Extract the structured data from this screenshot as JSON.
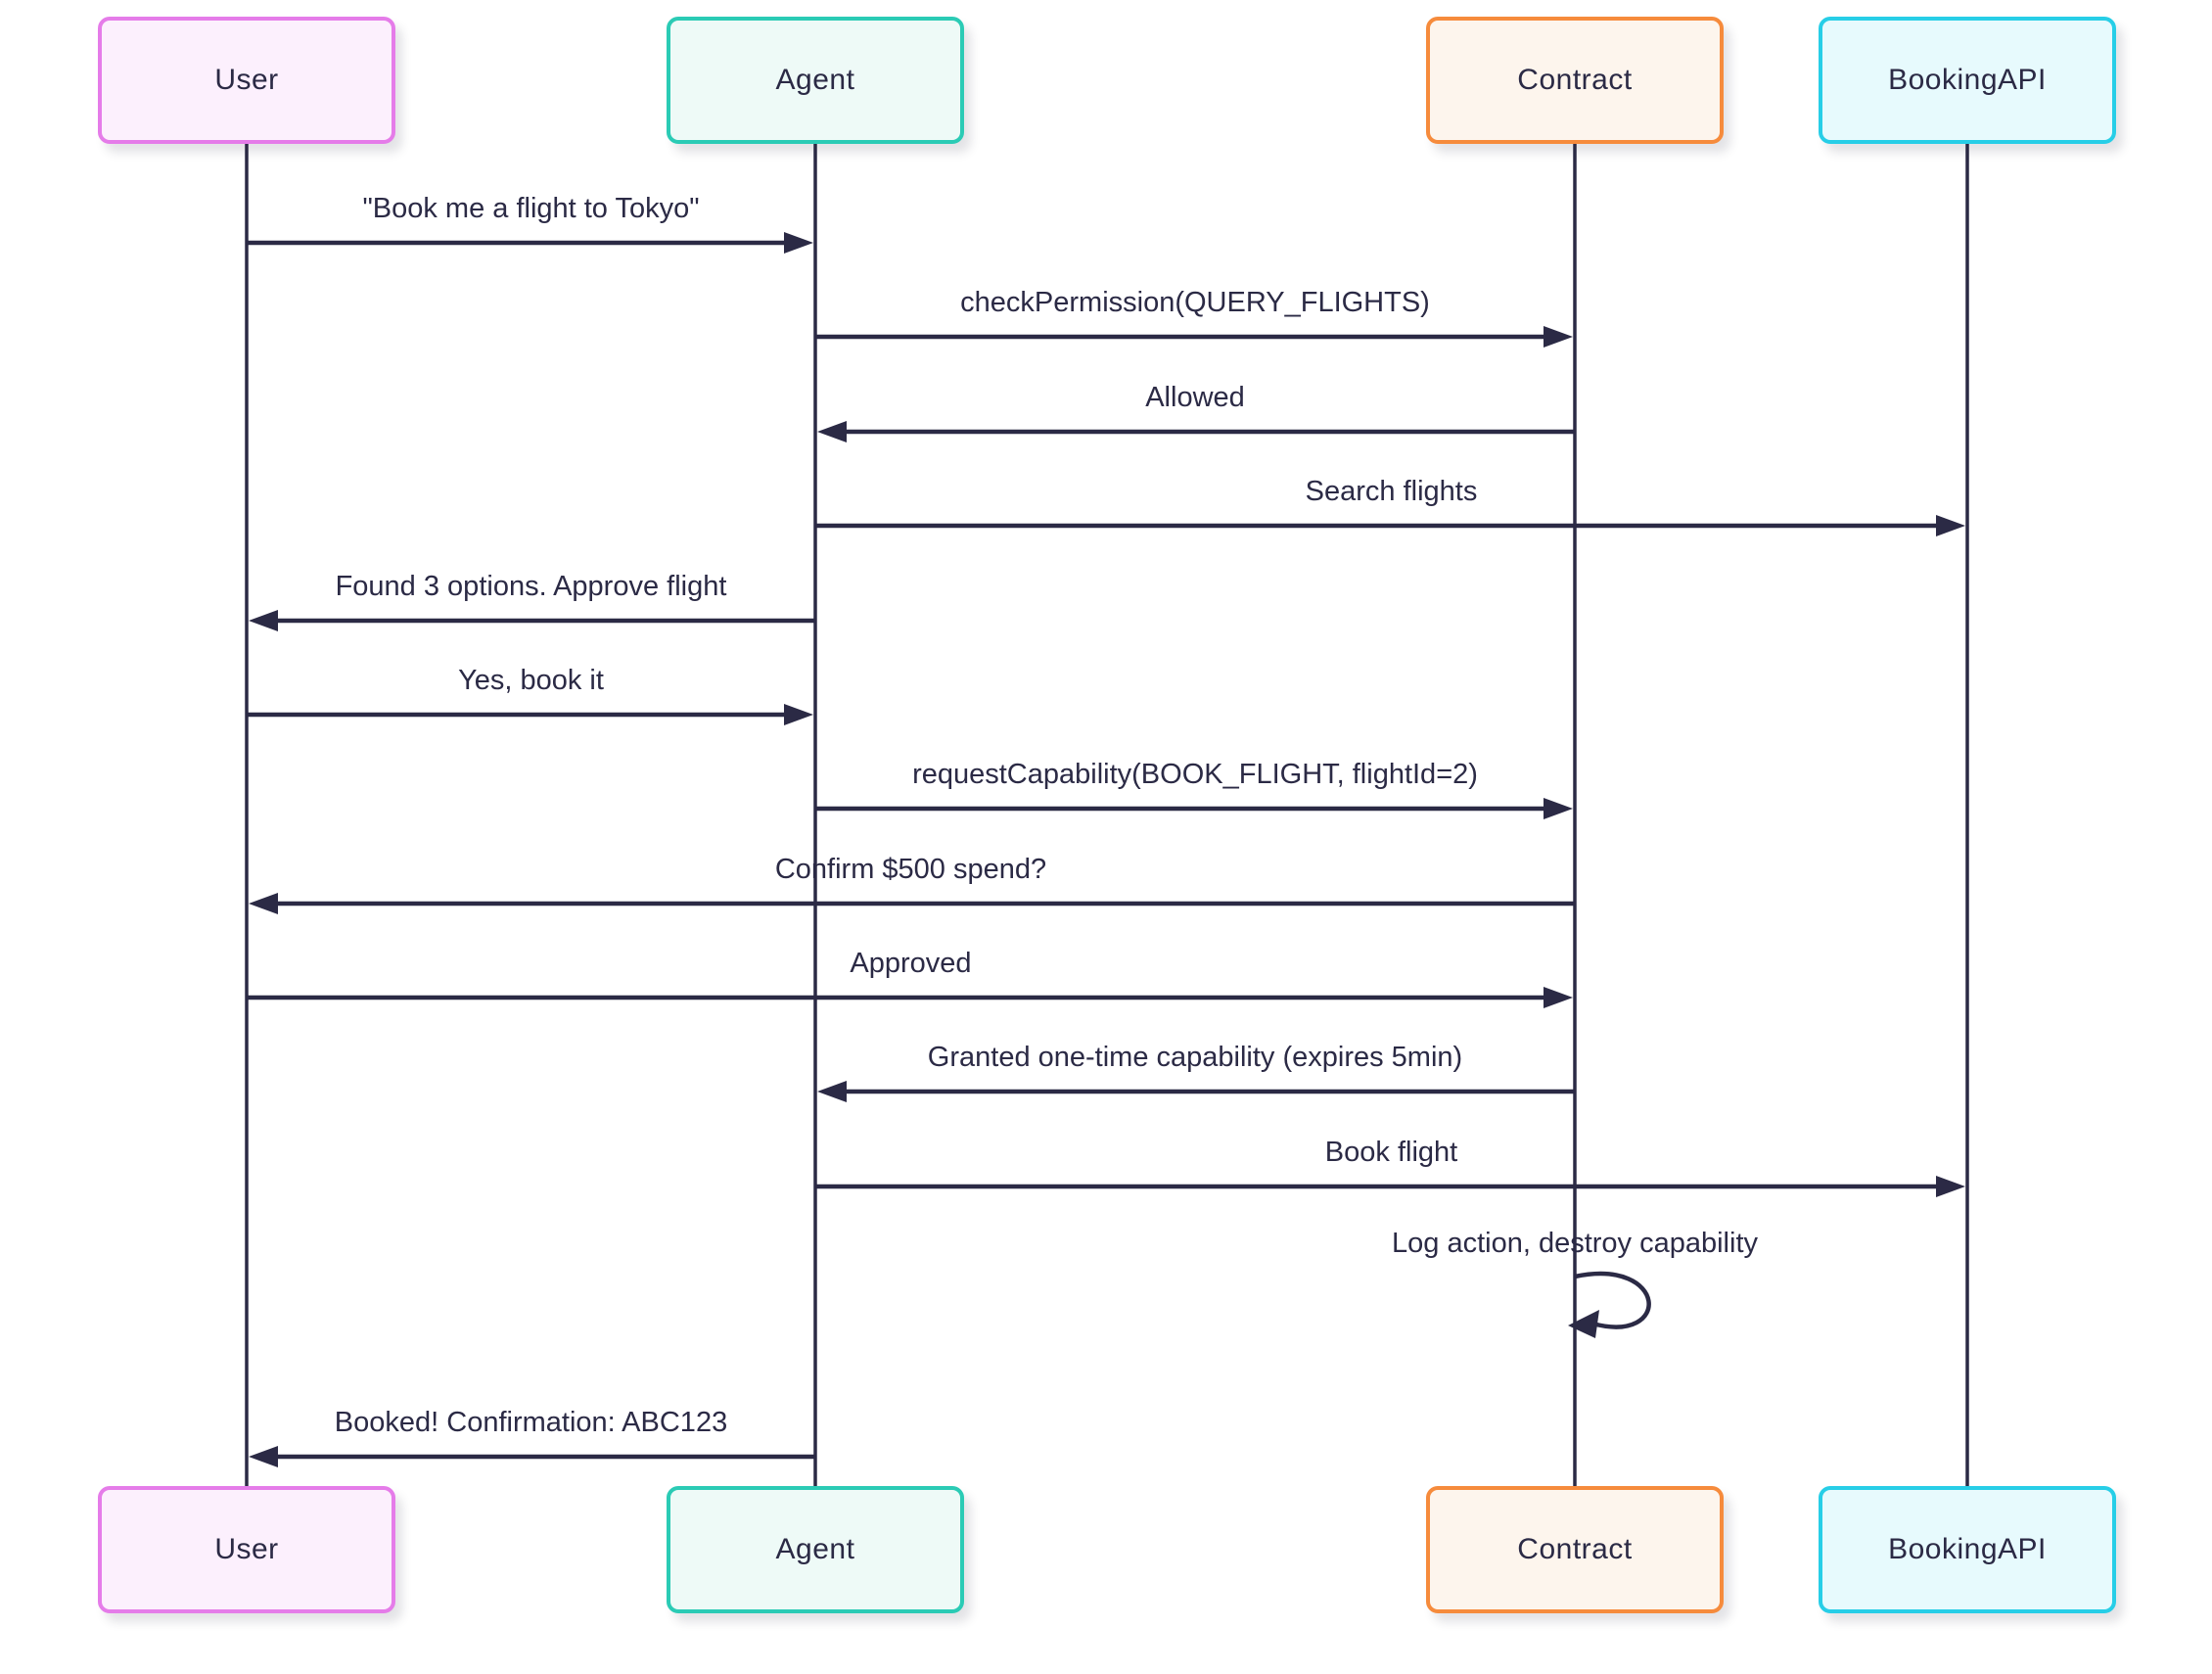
{
  "diagram": {
    "type": "sequence-diagram",
    "background": "#ffffff",
    "line_color": "#2b2a45",
    "text_color": "#2b2a45",
    "actors": [
      {
        "id": "User",
        "label": "User",
        "border_color": "#e57ce9",
        "fill_color": "#fcf0fd"
      },
      {
        "id": "Agent",
        "label": "Agent",
        "border_color": "#2bcbb5",
        "fill_color": "#eefaf7"
      },
      {
        "id": "Contract",
        "label": "Contract",
        "border_color": "#f68b3c",
        "fill_color": "#fdf5ed"
      },
      {
        "id": "BookingAPI",
        "label": "BookingAPI",
        "border_color": "#27cee7",
        "fill_color": "#e7fafd"
      }
    ],
    "messages": [
      {
        "from": "User",
        "to": "Agent",
        "label": "\"Book me a flight to Tokyo\""
      },
      {
        "from": "Agent",
        "to": "Contract",
        "label": "checkPermission(QUERY_FLIGHTS)"
      },
      {
        "from": "Contract",
        "to": "Agent",
        "label": "Allowed"
      },
      {
        "from": "Agent",
        "to": "BookingAPI",
        "label": "Search flights"
      },
      {
        "from": "Agent",
        "to": "User",
        "label": "Found 3 options. Approve flight"
      },
      {
        "from": "User",
        "to": "Agent",
        "label": "Yes, book it"
      },
      {
        "from": "Agent",
        "to": "Contract",
        "label": "requestCapability(BOOK_FLIGHT, flightId=2)"
      },
      {
        "from": "Contract",
        "to": "User",
        "label": "Confirm $500 spend?"
      },
      {
        "from": "User",
        "to": "Contract",
        "label": "Approved"
      },
      {
        "from": "Contract",
        "to": "Agent",
        "label": "Granted one-time capability (expires 5min)"
      },
      {
        "from": "Agent",
        "to": "BookingAPI",
        "label": "Book flight"
      },
      {
        "from": "Contract",
        "to": "Contract",
        "label": "Log action, destroy capability",
        "self": true
      },
      {
        "from": "Agent",
        "to": "User",
        "label": "Booked! Confirmation: ABC123"
      }
    ]
  }
}
